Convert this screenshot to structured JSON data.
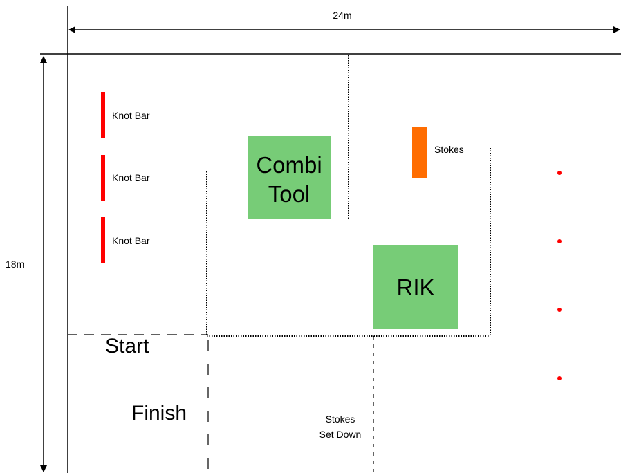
{
  "dimensions": {
    "width_label": "24m",
    "height_label": "18m"
  },
  "knot_bars": [
    {
      "label": "Knot Bar"
    },
    {
      "label": "Knot Bar"
    },
    {
      "label": "Knot Bar"
    }
  ],
  "stokes_label": "Stokes",
  "combi_tool": {
    "line1": "Combi",
    "line2": "Tool"
  },
  "rik_label": "RIK",
  "start_label": "Start",
  "finish_label": "Finish",
  "stokes_set_down": {
    "line1": "Stokes",
    "line2": "Set Down"
  },
  "colors": {
    "knot_bar": "#ff0000",
    "stokes": "#ff6d01",
    "station_box": "#77cc77",
    "marker_dot": "#ff0000"
  },
  "marker_dots_count": 4
}
